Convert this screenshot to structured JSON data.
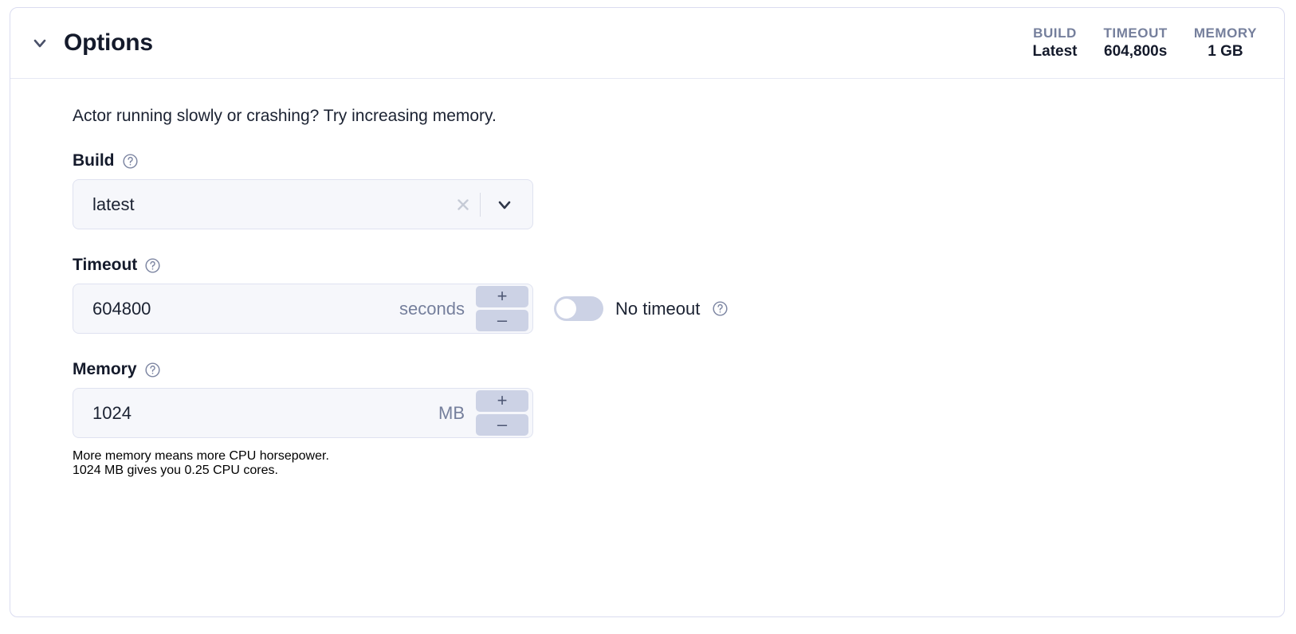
{
  "panel": {
    "title": "Options",
    "collapse_icon": "chevron-down-icon",
    "stats": [
      {
        "label": "BUILD",
        "value": "Latest"
      },
      {
        "label": "TIMEOUT",
        "value": "604,800s"
      },
      {
        "label": "MEMORY",
        "value": "1 GB"
      }
    ]
  },
  "body": {
    "intro": "Actor running slowly or crashing? Try increasing memory.",
    "build": {
      "label": "Build",
      "help_icon": "help-circle-icon",
      "value": "latest",
      "clear_icon": "close-icon",
      "dropdown_icon": "chevron-down-icon"
    },
    "timeout": {
      "label": "Timeout",
      "help_icon": "help-circle-icon",
      "value": "604800",
      "unit": "seconds",
      "increment_label": "+",
      "decrement_label": "–",
      "no_timeout_label": "No timeout",
      "no_timeout_help_icon": "help-circle-icon",
      "no_timeout_enabled": false
    },
    "memory": {
      "label": "Memory",
      "help_icon": "help-circle-icon",
      "value": "1024",
      "unit": "MB",
      "increment_label": "+",
      "decrement_label": "–",
      "hint_line1": "More memory means more CPU horsepower.",
      "hint_line2": "1024 MB gives you 0.25 CPU cores."
    }
  },
  "colors": {
    "card_border": "#dadcf0",
    "input_bg": "#f6f7fb",
    "input_border": "#dfe2f0",
    "stepper_bg": "#ccd2e5",
    "toggle_track": "#ccd2e5",
    "muted_text": "#757f9c",
    "hint_text": "#6d7795",
    "primary_text": "#141a2b"
  }
}
